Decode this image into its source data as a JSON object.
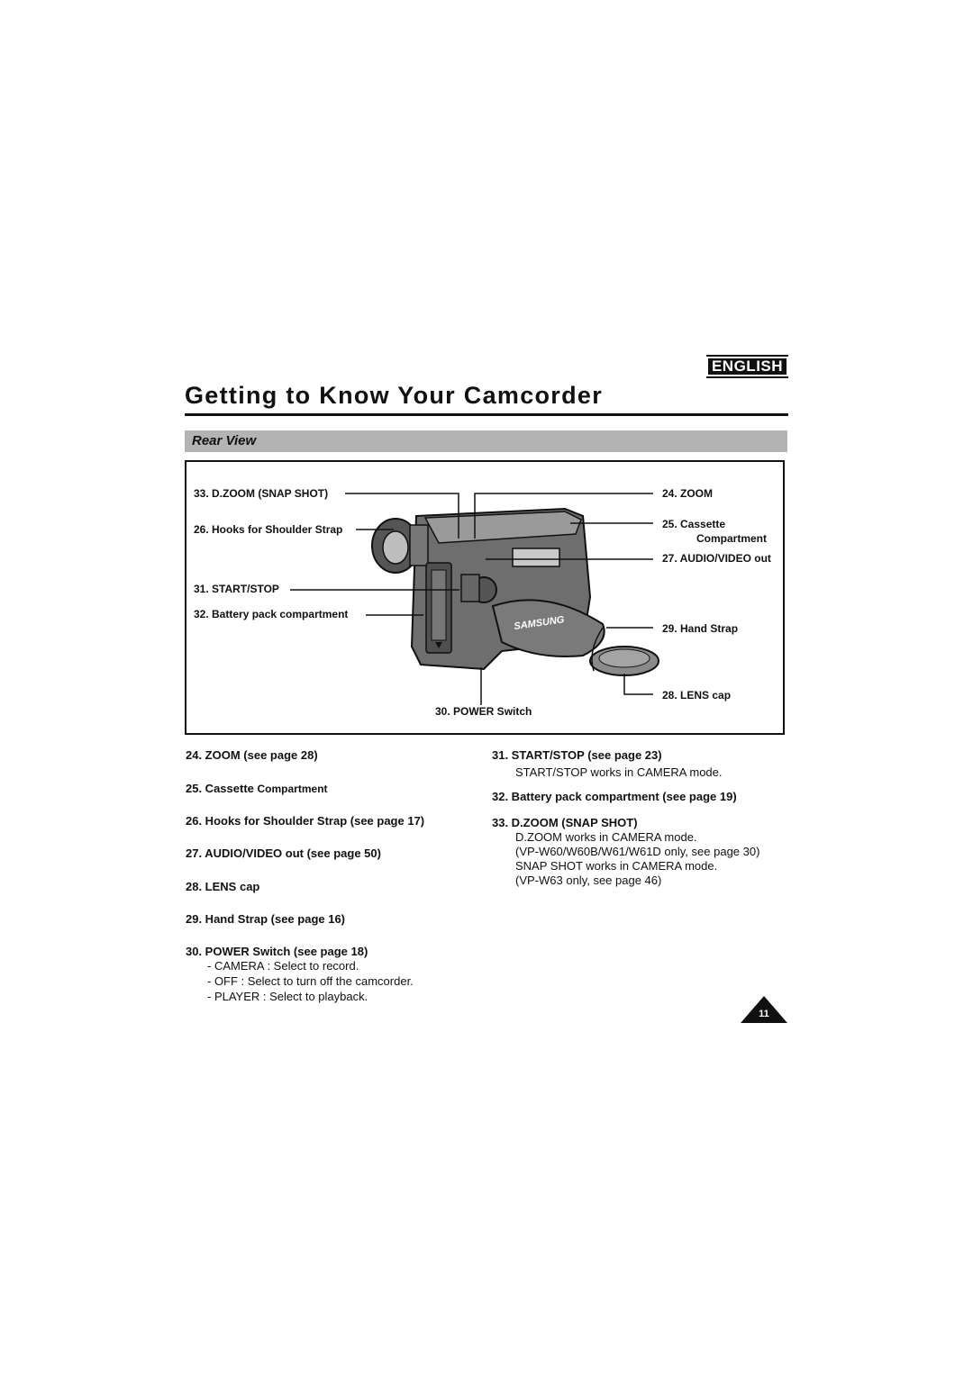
{
  "language_badge": "ENGLISH",
  "page_title": "Getting to Know Your Camcorder",
  "section_title": "Rear View",
  "callouts": {
    "c33": "33. D.ZOOM (SNAP SHOT)",
    "c26": "26.  Hooks for Shoulder Strap",
    "c31": "31. START/STOP",
    "c32": "32. Battery pack compartment",
    "c24": "24. ZOOM",
    "c25a": "25.  Cassette",
    "c25b": "Compartment",
    "c27": "27. AUDIO/VIDEO out",
    "c29": "29. Hand Strap",
    "c28": "28. LENS cap",
    "c30": "30. POWER Switch"
  },
  "brand_text": "SAMSUNG",
  "left_column": [
    {
      "label": "24.  ZOOM (see page 28)"
    },
    {
      "label": "25.  Cassette",
      "label_suffix": "Compartment"
    },
    {
      "label": "26. Hooks for Shoulder Strap (see page 17)"
    },
    {
      "label": "27.  AUDIO/VIDEO out (see page 50)"
    },
    {
      "label": "28.  LENS cap"
    },
    {
      "label": "29.  Hand Strap (see page 16)"
    },
    {
      "label": "30.  POWER Switch (see page 18)",
      "lines": [
        "- CAMERA : Select to record.",
        "- OFF : Select to turn off the camcorder.",
        "- PLAYER : Select to playback."
      ]
    }
  ],
  "right_column": [
    {
      "label": "31.  START/STOP (see page 23)",
      "lines": [
        "START/STOP works in CAMERA mode."
      ]
    },
    {
      "label": "32.  Battery pack compartment (see page 19)"
    },
    {
      "label": "33.  D.ZOOM (SNAP SHOT)",
      "lines": [
        "D.ZOOM works in CAMERA mode.",
        "(VP-W60/W60B/W61/W61D only, see page 30)",
        "SNAP SHOT works in CAMERA mode.",
        "(VP-W63 only, see page 46)"
      ]
    }
  ],
  "page_number": "11"
}
